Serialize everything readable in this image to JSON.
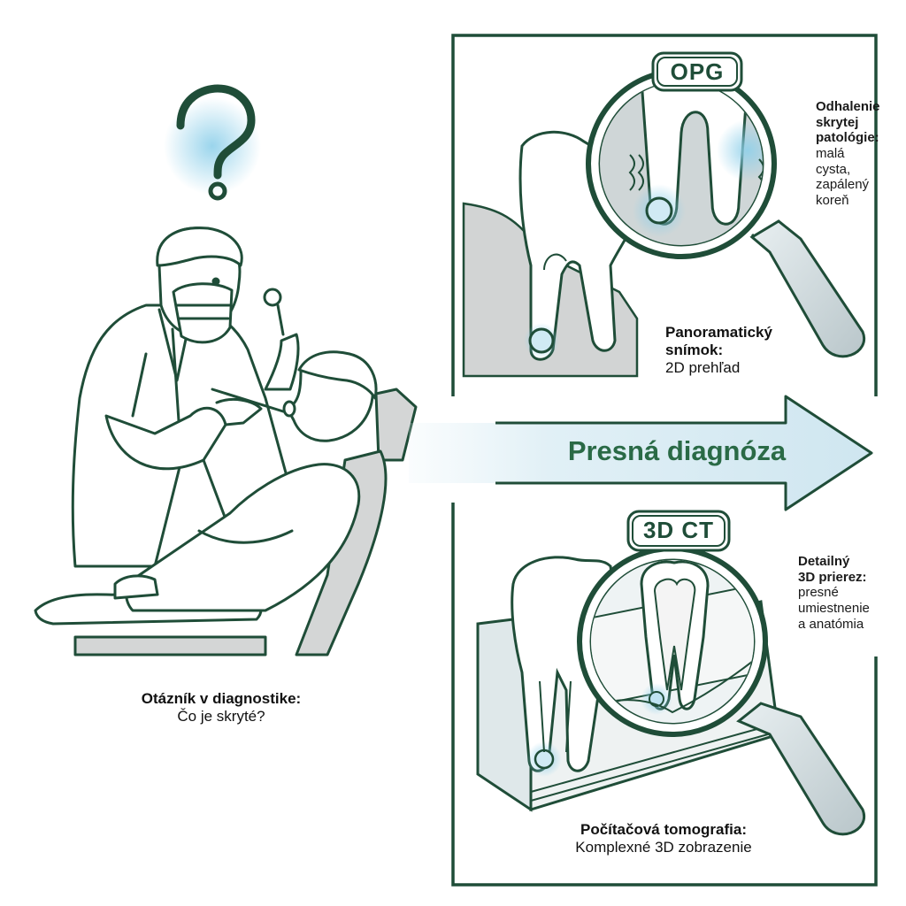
{
  "question_mark": "?",
  "left_caption": {
    "title": "Otázník v diagnostike:",
    "subtitle": "Čo je skryté?"
  },
  "arrow_label": "Presná diagnóza",
  "opg": {
    "badge": "OPG",
    "side_title": [
      "Odhalenie",
      "skrytej",
      "patológie:"
    ],
    "side_text": [
      "malá",
      "cysta,",
      "zapálený",
      "koreň"
    ],
    "caption_title": [
      "Panoramatický",
      "snímok:"
    ],
    "caption_text": "2D prehľad"
  },
  "ct": {
    "badge": "3D CT",
    "side_title": [
      "Detailný",
      "3D prierez:"
    ],
    "side_text": [
      "presné",
      "umiestnenie",
      "a anatómia"
    ],
    "caption_title": "Počítačová tomografia:",
    "caption_text": "Komplexné 3D zobrazenie"
  },
  "colors": {
    "ink": "#1f4d38",
    "title_green": "#2a6a46",
    "glow": "#9fd4ea",
    "arrow_fill": "#d9ecf4"
  }
}
